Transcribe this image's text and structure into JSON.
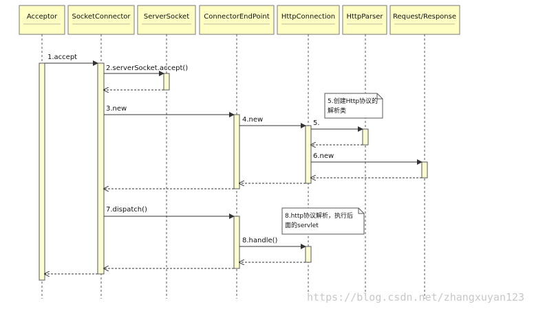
{
  "participants": [
    "Acceptor",
    "SocketConnector",
    "ServerSocket",
    "ConnectorEndPoint",
    "HttpConnection",
    "HttpParser",
    "Request/Response"
  ],
  "messages": {
    "m1": "1.accept",
    "m2": "2.serverSocket.accept()",
    "m3": "3.new",
    "m4": "4.new",
    "m5": "5.",
    "m6": "6.new",
    "m7": "7.dispatch()",
    "m8": "8.handle()"
  },
  "notes": {
    "n5": [
      "5.创建Http协议的",
      "解析类"
    ],
    "n8": [
      "8.http协议解析，执行后",
      "面的servlet"
    ]
  },
  "watermark": "https://blog.csdn.net/zhangxuyan123",
  "colors": {
    "header_fill": "#ffffc4",
    "activation_fill": "#fdfdd2",
    "note_fill": "#ffffff",
    "line": "#333333"
  }
}
